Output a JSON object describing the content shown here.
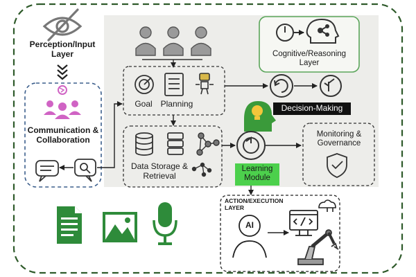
{
  "labels": {
    "perception": "Perception/Input Layer",
    "cognitive": "Cognitive/Reasoning Layer",
    "communication": "Communication & Collaboration",
    "goal": "Goal",
    "planning": "Planning",
    "decision": "Decision-Making",
    "data_storage": "Data Storage & Retrieval",
    "learning": "Learning Module",
    "monitoring": "Monitoring & Governance",
    "action": "ACTION/EXECUTION LAYER",
    "ai": "AI"
  },
  "colors": {
    "outer_border": "#2e5a2a",
    "panel": "#ededea",
    "cognitive_border": "#5aa55a",
    "communication_border": "#3b5e8c",
    "communication_icon": "#d063c4",
    "learning_fill": "#4cd04c",
    "brain_fill": "#3a9a3a",
    "bulb": "#f3c63b",
    "media_icons": "#2e8b3a",
    "decision_bg": "#111111",
    "text": "#1a1a1a",
    "icon_gray": "#6f6f6f"
  },
  "icons": {
    "perception": "eye-off-icon",
    "cognitive": "head-network-icon",
    "communication": "people-lightbulb-icon",
    "chat": "chat-bubble-icon",
    "search": "search-chat-icon",
    "people": "people-group-icon",
    "goal": "target-icon",
    "planning": "checklist-icon",
    "robot": "robot-icon",
    "cycle": "refresh-cycle-icon",
    "decision_node": "branch-icon",
    "database": "database-icon",
    "server": "server-icon",
    "network": "network-icon",
    "learning": "brain-bulb-icon",
    "monitoring": "shield-check-icon",
    "document": "document-icon",
    "image": "image-icon",
    "microphone": "microphone-icon",
    "ai_person": "ai-person-icon",
    "code": "code-monitor-icon",
    "robot_arm": "robot-arm-icon"
  }
}
